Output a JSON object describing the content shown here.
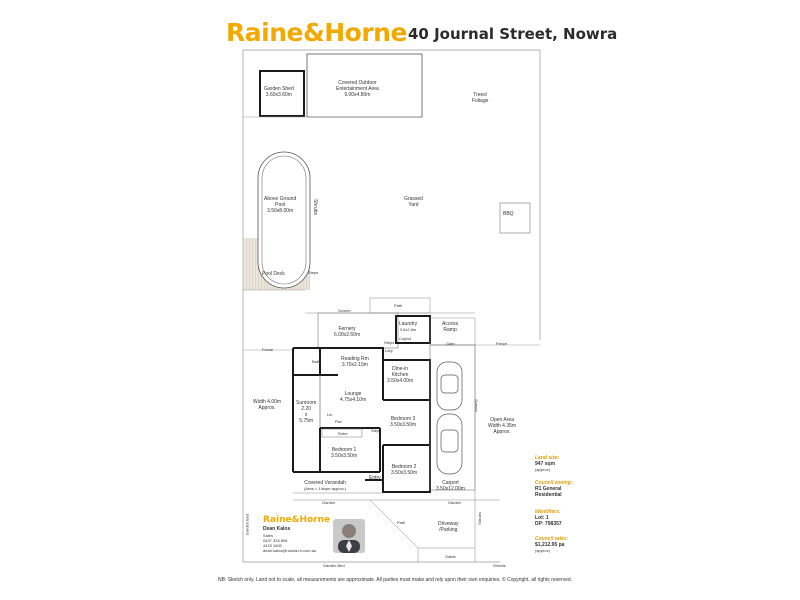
{
  "header": {
    "brand": "Raine&Horne",
    "address": "40 Journal Street, Nowra"
  },
  "plan": {
    "garden_shed": [
      "Garden Shed",
      "3.60x3.60m"
    ],
    "outdoor_area": [
      "Covered Outdoor",
      "Entertainment Area",
      "9.00x4.80m"
    ],
    "trees": [
      "Trees/",
      "Foliage"
    ],
    "pool": [
      "Above Ground",
      "Pool",
      "3.50x8.00m"
    ],
    "shrubs_pool": "Shrubs",
    "grassed_yard": [
      "Grassed",
      "Yard"
    ],
    "bbq": "BBQ",
    "pool_deck": "Pool Deck",
    "steps_deck": "Steps",
    "screen": "Screen",
    "path_top": "Path",
    "fernery": [
      "Fernery",
      "6.00x2.60m"
    ],
    "laundry": [
      "Laundry",
      "3.5x2.6m"
    ],
    "cupbd": "Cupbd",
    "access_ramp": [
      "Access",
      "Ramp"
    ],
    "steps_fernery": "Steps",
    "fence_left": "Fence",
    "gate_top": "Gate",
    "fence_right": "Fence",
    "bath": "Bath",
    "reading_rm": [
      "Reading Rm",
      "3.70x2.10m"
    ],
    "ldry": "Ldry",
    "dine_kitchen": [
      "Dine-in",
      "Kitchen",
      "3.50x4.00m"
    ],
    "width_left": [
      "Width 4.00m",
      "Approx."
    ],
    "sunroom": [
      "Sunroom",
      "2.20",
      "x",
      "5.75m"
    ],
    "lounge": [
      "Lounge",
      "4.75x4.10m"
    ],
    "bedroom3": [
      "Bedroom 3",
      "3.50x3.50m"
    ],
    "screen_right": "Screen",
    "open_area": [
      "Open Area",
      "Width 4.35m",
      "Approx."
    ],
    "lin": "Lin",
    "pwr": "Pwr",
    "robe": "Robe",
    "step": "Step",
    "bedroom1": [
      "Bedroom 1",
      "3.50x3.50m"
    ],
    "bedroom2": [
      "Bedroom 2",
      "3.50x3.50m"
    ],
    "covered_verandah": [
      "Covered Verandah",
      "(Area = 14sqm approx.)"
    ],
    "entry": "Entry",
    "carport": [
      "Carport",
      "3.50x12.00m"
    ],
    "garden_bed_left": "Garden Bed",
    "garden_center": "Garden",
    "garden_right": "Garden",
    "path_bottom": "Path",
    "driveway": [
      "Driveway",
      "/Parking"
    ],
    "shrubs_bottom": "Shrubs",
    "gates": "Gates",
    "garden_bed_bottom": "Garden Bed",
    "shrubs_bottom_right": "Shrubs"
  },
  "info": {
    "land_size_label": "Land size:",
    "land_size_value": [
      "947 sqm",
      "(approx)"
    ],
    "zoning_label": "Council zoning:",
    "zoning_value": [
      "R1 General",
      "Residential"
    ],
    "identifiers_label": "Identifiers:",
    "identifiers_value": [
      "Lot: 1",
      "DP: 798357"
    ],
    "rates_label": "Council rates:",
    "rates_value": [
      "$1,212.95 pa",
      "(approx)"
    ]
  },
  "agent": {
    "brand": "Raine&Horne",
    "name": "Dean Kalos",
    "role": "Sales",
    "mobile": "0437 326 808",
    "office": "4423 1600",
    "email": "dean.kalos@nowra.rh.com.au"
  },
  "footer": "NB: Sketch only. Land not to scale, all measurements are approximate. All parties must make and rely upon their own enquiries. © Copyright, all rights reserved.",
  "colors": {
    "brand": "#f2a900",
    "walls": "#1a1a1a",
    "lines": "#888888",
    "deck": "#e6e1d6"
  }
}
